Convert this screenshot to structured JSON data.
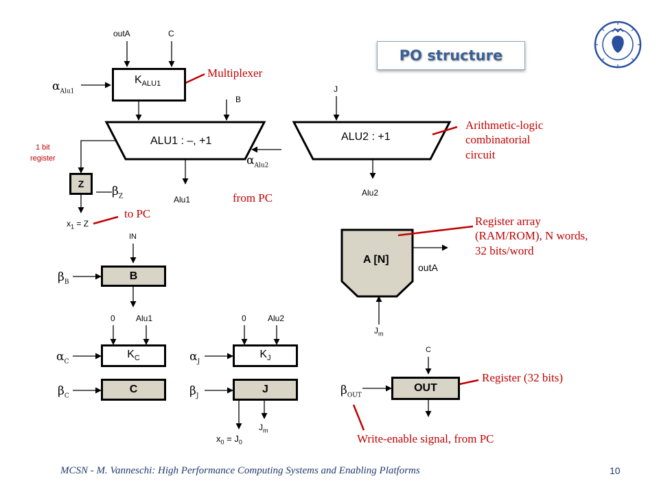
{
  "title": "PO  structure",
  "footer": {
    "text": "MCSN  -   M. Vanneschi: High Performance Computing Systems and Enabling Platforms",
    "page": "10"
  },
  "kalu1": {
    "label": "K",
    "sub": "ALU1",
    "input_outA": "outA",
    "input_C": "C",
    "alpha": "α",
    "alpha_sub": "Alu1"
  },
  "alu1": {
    "label": "ALU1 : –, +1",
    "input_B": "B",
    "output": "Alu1",
    "alpha": "α",
    "alpha_sub": "Alu2"
  },
  "z_reg": {
    "label": "Z",
    "note": "1 bit\nregister",
    "beta": "β",
    "beta_sub": "Z",
    "output": "x",
    "output_sub": "1",
    "output_rest": " = Z"
  },
  "alu2": {
    "label": "ALU2 : +1",
    "input_J": "J",
    "output": "Alu2"
  },
  "b_reg": {
    "label": "B",
    "input": "IN",
    "beta": "β",
    "beta_sub": "B"
  },
  "kc": {
    "label": "K",
    "sub": "C",
    "in0": "0",
    "in1": "Alu1",
    "alpha": "α",
    "alpha_sub": "C"
  },
  "c_reg": {
    "label": "C",
    "beta": "β",
    "beta_sub": "C"
  },
  "kj": {
    "label": "K",
    "sub": "J",
    "in0": "0",
    "in1": "Alu2",
    "alpha": "α",
    "alpha_sub": "J"
  },
  "j_reg": {
    "label": "J",
    "beta": "β",
    "beta_sub": "J",
    "out_x": "x",
    "out_x_sub": "0",
    "out_x_rest": " = J",
    "out_x_sub2": "0",
    "out_jm": "J",
    "out_jm_sub": "m"
  },
  "a_mem": {
    "label": "A [N]",
    "output": "outA",
    "input": "J",
    "input_sub": "m"
  },
  "out_reg": {
    "label": "OUT",
    "input": "C",
    "beta": "β",
    "beta_sub": "OUT"
  },
  "annotations": {
    "multiplexer": "Multiplexer",
    "alu": "Arithmetic-logic\ncombinatorial\ncircuit",
    "from_pc": "from PC",
    "to_pc": "to PC",
    "register_array": "Register array\n(RAM/ROM), N words,\n32 bits/word",
    "register32": "Register (32 bits)",
    "write_enable": "Write-enable signal, from PC"
  },
  "colors": {
    "annotation": "#c00000",
    "register_fill": "#d8d4c6",
    "title": "#3b5f93",
    "logo": "#2a4f9e"
  }
}
